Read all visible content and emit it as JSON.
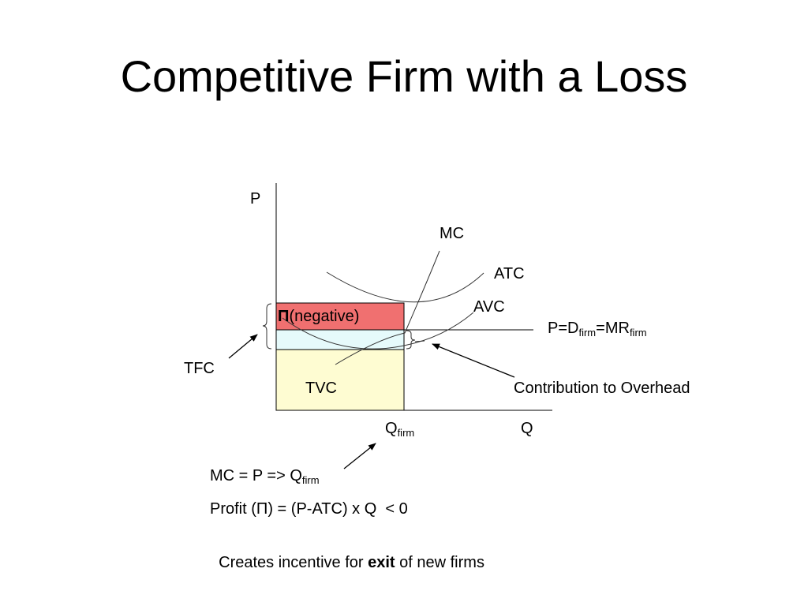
{
  "slide": {
    "title": "Competitive Firm with a Loss"
  },
  "diagram": {
    "axis_y_label": "P",
    "axis_x_label": "Q",
    "q_label": {
      "main": "Q",
      "sub": "firm"
    },
    "curves": {
      "mc": "MC",
      "atc": "ATC",
      "avc": "AVC"
    },
    "price_line": {
      "p1": "P=D",
      "s1": "firm",
      "p2": "=MR",
      "s2": "firm"
    },
    "profit_label": {
      "symbol": "Π",
      "text": "(negative)"
    },
    "tfc_label": "TFC",
    "tvc_label": "TVC",
    "overhead_label": "Contribution to Overhead",
    "colors": {
      "profit_box": "#f07070",
      "tfc_box": "#e6fafb",
      "tvc_box": "#fefcd2",
      "curve": "#333333"
    }
  },
  "notes": {
    "line1": {
      "text": "MC = P => Q",
      "sub": "firm"
    },
    "line2": "Profit (Π) = (P-ATC) x Q  < 0",
    "line3": {
      "before": "Creates incentive for ",
      "bold": "exit",
      "after": " of new firms"
    }
  }
}
